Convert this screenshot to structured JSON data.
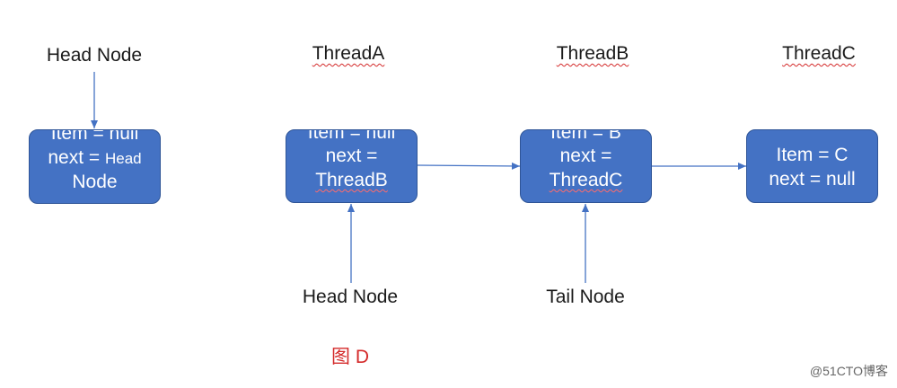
{
  "labels": {
    "head_node_left": "Head Node",
    "head_node_bottom": "Head Node",
    "tail_node": "Tail Node"
  },
  "threads": {
    "a": "ThreadA",
    "b": "ThreadB",
    "c": "ThreadC"
  },
  "nodes": {
    "head": {
      "line1": "Item = null",
      "line2_prefix": "next = ",
      "line2_value": "Head",
      "line3": "Node"
    },
    "thread_a": {
      "line1": "Item = null",
      "line2": "next =",
      "line3": "ThreadB"
    },
    "thread_b": {
      "line1": "Item = B",
      "line2": "next =",
      "line3": "ThreadC"
    },
    "thread_c": {
      "line1": "Item = C",
      "line2": "next = null"
    }
  },
  "caption": "图 D",
  "watermark": "@51CTO博客",
  "colors": {
    "node_fill": "#4472c4",
    "node_border": "#2f5597",
    "arrow": "#4472c4",
    "caption": "#d42a2a"
  }
}
